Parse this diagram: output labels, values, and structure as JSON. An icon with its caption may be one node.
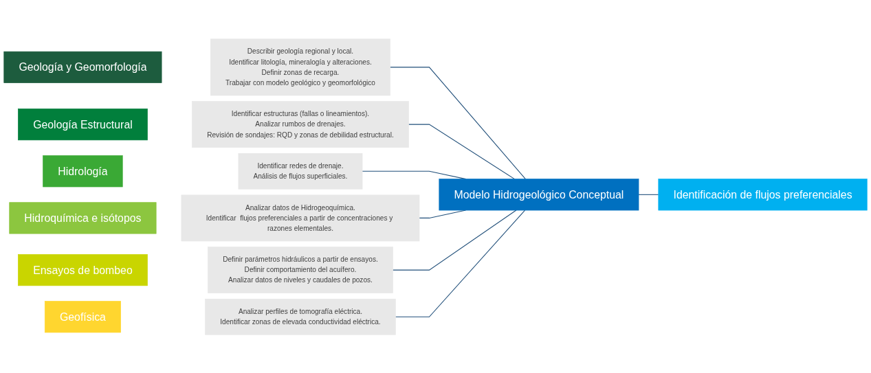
{
  "diagram": {
    "nodes": [
      {
        "text": [
          "Geología y Geomorfología"
        ]
      },
      {
        "text": [
          "Describir geología regional y local.",
          "Identificar litología, mineralogía y alteraciones.",
          "Definir zonas de recarga.",
          "Trabajar con modelo geológico y geomorfológico"
        ]
      },
      {
        "text": [
          "Geología Estructural"
        ]
      },
      {
        "text": [
          "Identificar estructuras (fallas o lineamientos).",
          "Analizar rumbos de drenajes.",
          "Revisión de sondajes: RQD y zonas de debilidad estructural."
        ]
      },
      {
        "text": [
          "Hidrología"
        ]
      },
      {
        "text": [
          "Identificar redes de drenaje.",
          "Análisis de flujos superficiales."
        ]
      },
      {
        "text": [
          "Hidroquímica e isótopos"
        ]
      },
      {
        "text": [
          "Analizar datos de Hidrogeoquímica.",
          "Identificar  flujos preferenciales a partir de concentraciones y razones elementales."
        ]
      },
      {
        "text": [
          "Ensayos de bombeo"
        ]
      },
      {
        "text": [
          "Definir parámetros hidráulicos a partir de ensayos.",
          "Definir comportamiento del acuífero.",
          "Analizar datos de niveles y caudales de pozos."
        ]
      },
      {
        "text": [
          "Geofísica"
        ]
      },
      {
        "text": [
          "Analizar perfiles de tomografía eléctrica.",
          "Identificar zonas de elevada conductividad eléctrica."
        ]
      },
      {
        "text": [
          "Modelo Hidrogeológico Conceptual"
        ]
      },
      {
        "text": [
          "Identificación de flujos preferenciales"
        ]
      }
    ],
    "edges": [
      {
        "from": 1,
        "to": 12,
        "arrow": "none"
      },
      {
        "from": 3,
        "to": 12,
        "arrow": "none"
      },
      {
        "from": 5,
        "to": 12,
        "arrow": "none"
      },
      {
        "from": 7,
        "to": 12,
        "arrow": "none"
      },
      {
        "from": 9,
        "to": 12,
        "arrow": "none"
      },
      {
        "from": 11,
        "to": 12,
        "arrow": "none"
      },
      {
        "from": 12,
        "to": 13,
        "arrow": "none"
      }
    ]
  }
}
